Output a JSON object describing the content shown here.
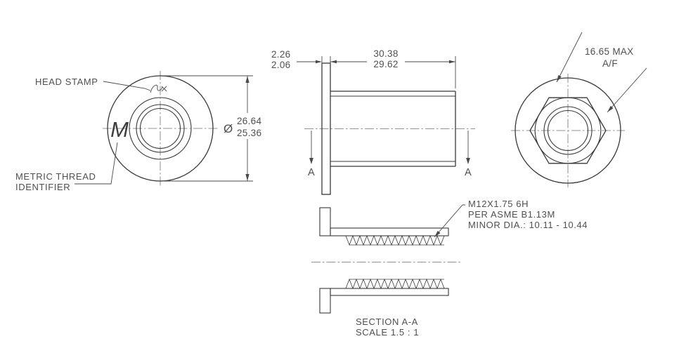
{
  "colors": {
    "line": "#383838",
    "text": "#4f4f4f",
    "background": "#ffffff"
  },
  "front_view": {
    "head_stamp_label": "HEAD STAMP",
    "metric_thread_label_line1": "METRIC THREAD",
    "metric_thread_label_line2": "IDENTIFIER",
    "thread_identifier_mark": "M",
    "diameter": {
      "symbol": "Ø",
      "max": "26.64",
      "min": "25.36"
    }
  },
  "side_view": {
    "flange_thickness": {
      "max": "2.26",
      "min": "2.06"
    },
    "overall_length": {
      "max": "30.38",
      "min": "29.62"
    },
    "section_label": "A"
  },
  "hex_view": {
    "across_flats_value": "16.65 MAX",
    "across_flats_suffix": "A/F"
  },
  "section_view": {
    "thread_callout": {
      "line1": "M12X1.75 6H",
      "line2": "PER ASME B1.13M",
      "line3": "MINOR DIA.: 10.11 - 10.44"
    },
    "title": "SECTION A-A",
    "scale": "SCALE 1.5 : 1"
  }
}
